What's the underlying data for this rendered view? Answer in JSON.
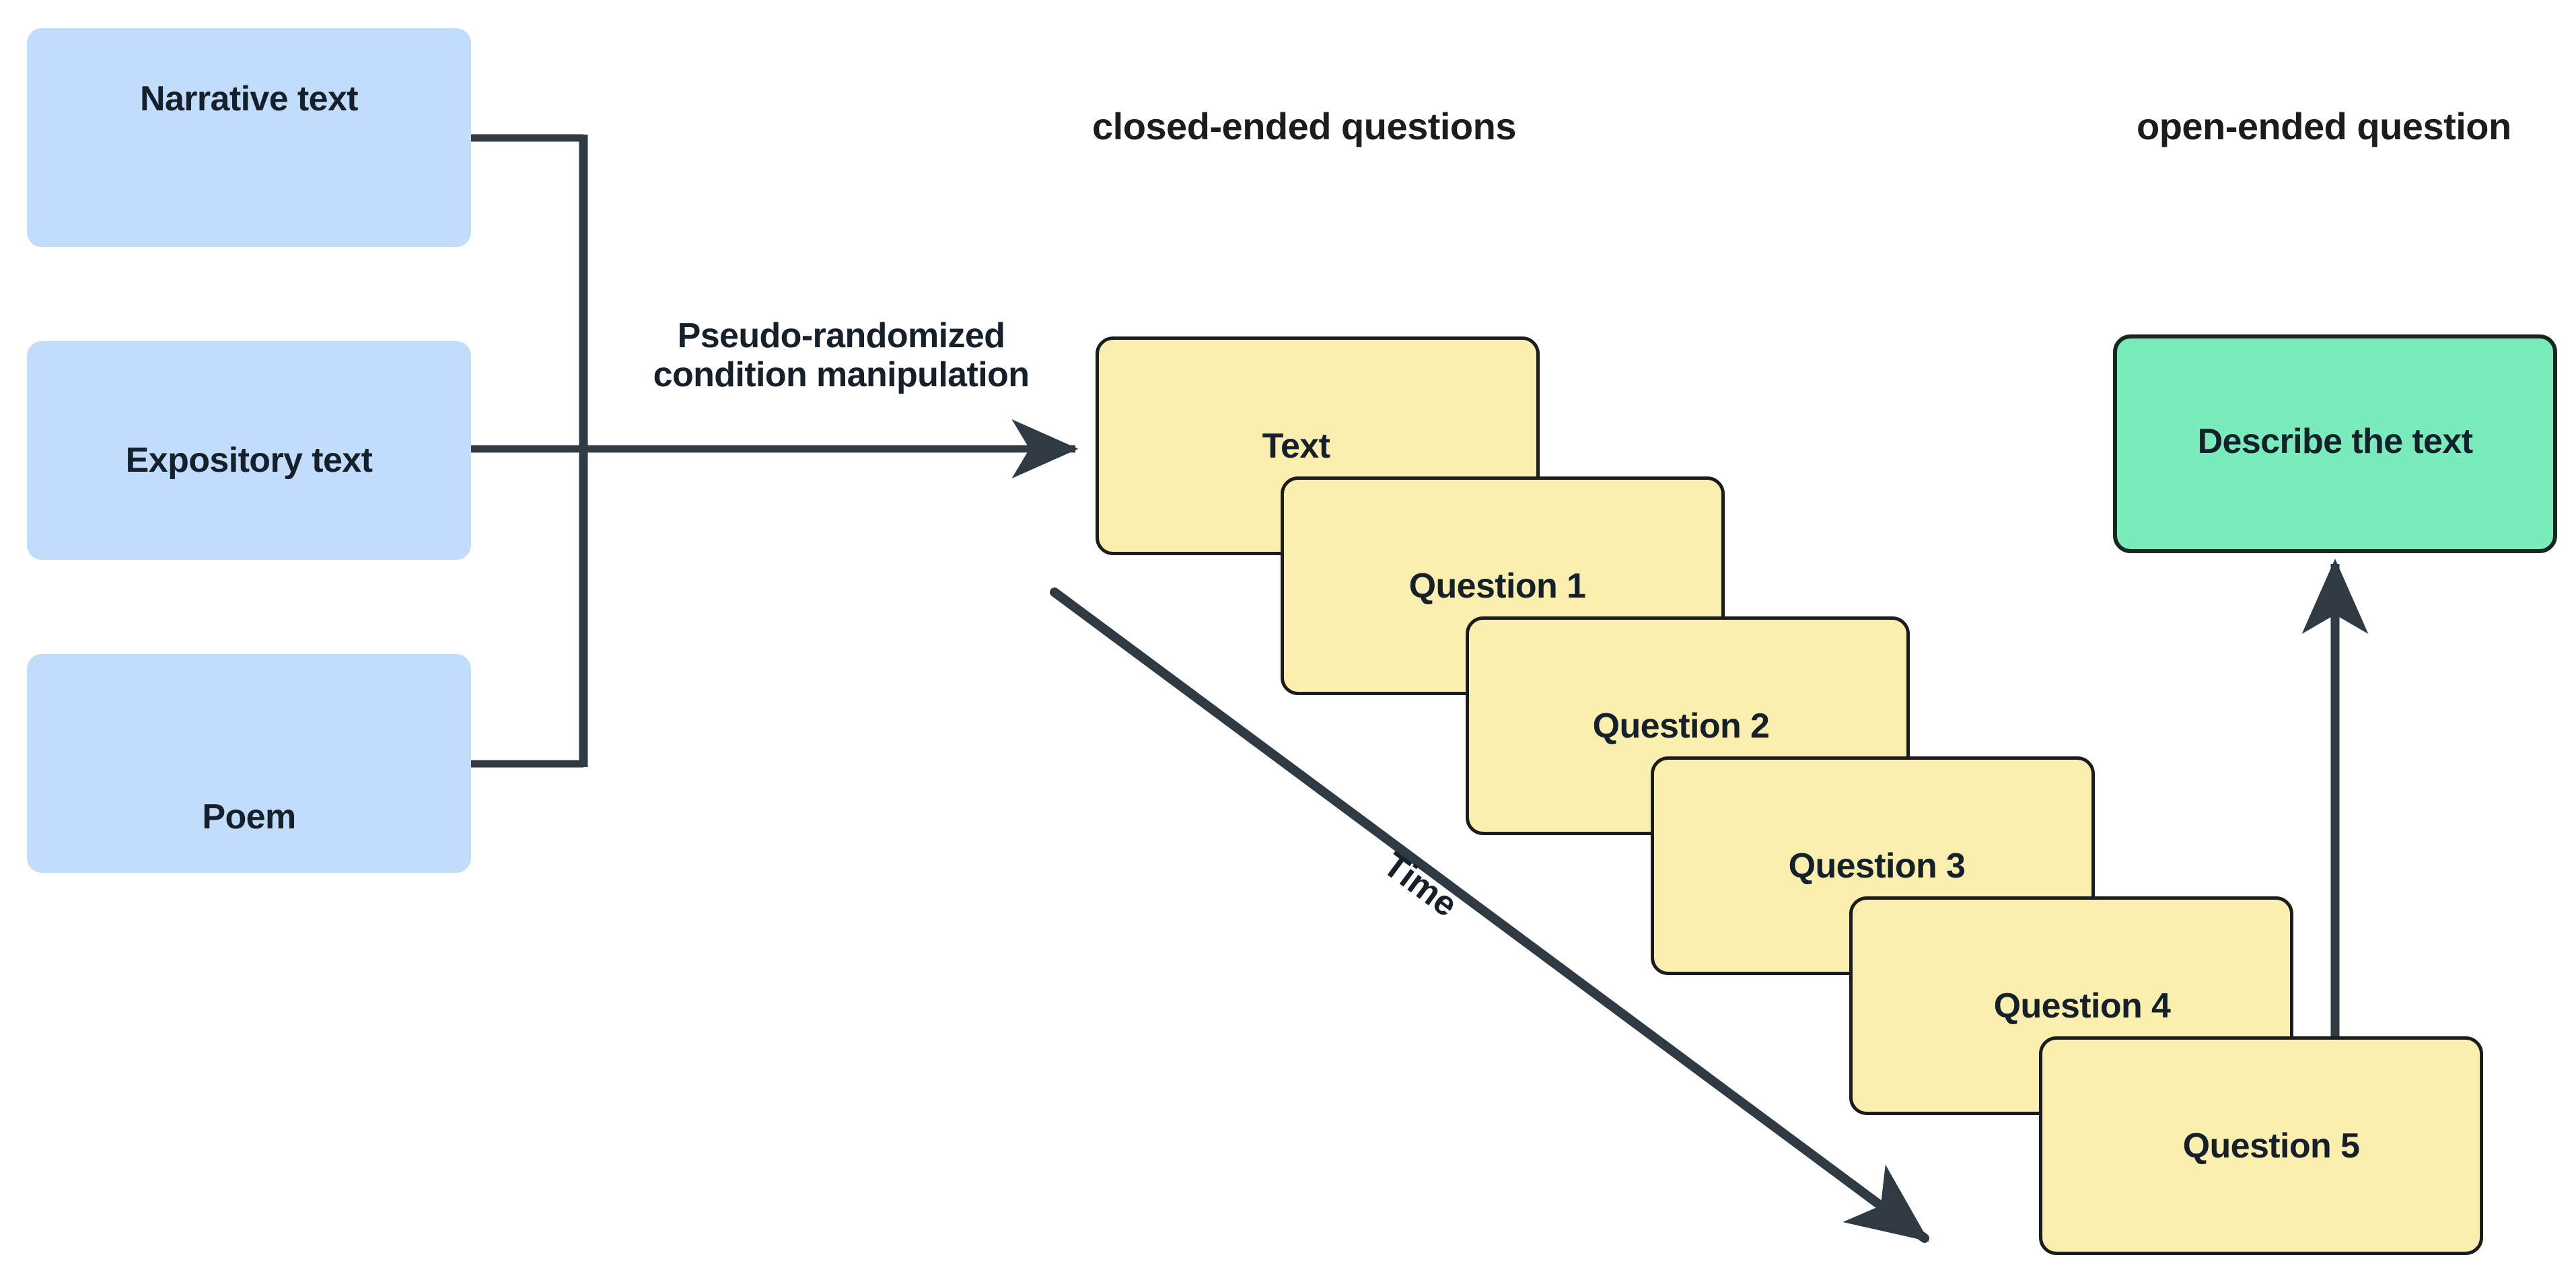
{
  "diagram": {
    "title": "Experimental procedure flow",
    "headers": {
      "closed_ended": "closed-ended questions",
      "open_ended": "open-ended question"
    },
    "sources": [
      {
        "label": "Narrative text"
      },
      {
        "label": "Expository text"
      },
      {
        "label": "Poem"
      }
    ],
    "manipulation": {
      "line1": "Pseudo-randomized",
      "line2": "condition manipulation"
    },
    "cards": [
      {
        "label": "Text"
      },
      {
        "label": "Question 1"
      },
      {
        "label": "Question 2"
      },
      {
        "label": "Question 3"
      },
      {
        "label": "Question 4"
      },
      {
        "label": "Question 5"
      }
    ],
    "target": {
      "label": "Describe the text"
    },
    "time_axis": {
      "label": "Time"
    },
    "colors": {
      "source_fill": "#c1ddfb",
      "card_fill": "#faefae",
      "card_stroke": "#1c1c1c",
      "target_fill": "#7aebba",
      "target_stroke": "#16281f",
      "text": "#15202b",
      "connector": "#303a42",
      "background": "#ffffff"
    }
  }
}
